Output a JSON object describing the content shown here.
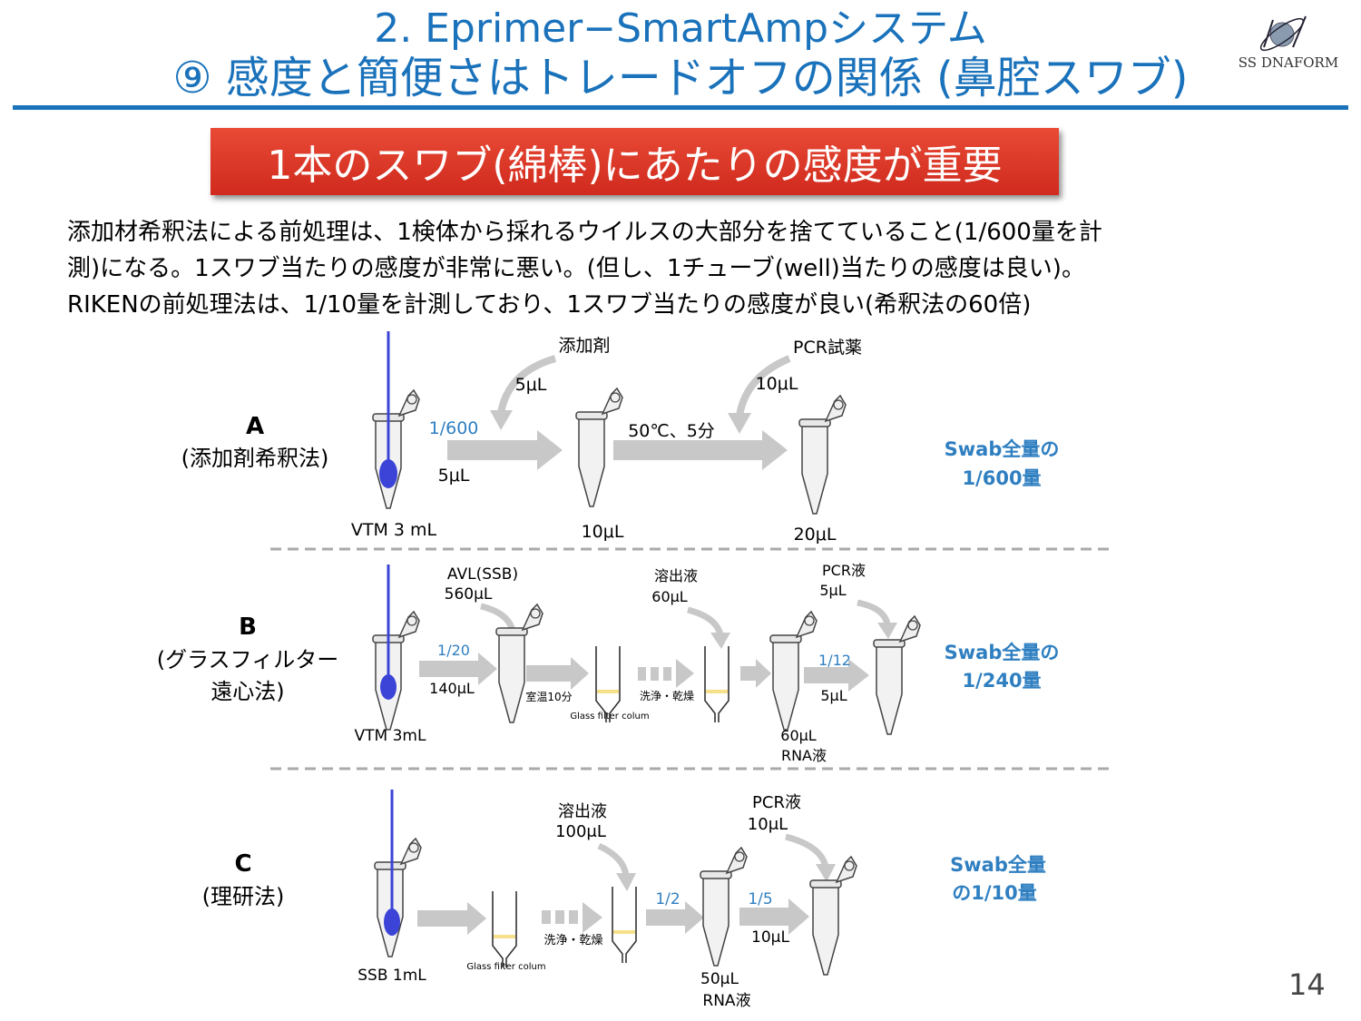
{
  "header": {
    "title_line1": "2. Eprimer−SmartAmpシステム",
    "title_line2": "⑨  感度と簡便さはトレードオフの関係 (鼻腔スワブ)",
    "logo_text": "SS DNAFORM"
  },
  "banner": "1本のスワブ(綿棒)にあたりの感度が重要",
  "paragraphs": [
    "添加材希釈法による前処理は、1検体から採れるウイルスの大部分を捨てていること(1/600量を計",
    "測)になる。1スワブ当たりの感度が非常に悪い。(但し、1チューブ(well)当たりの感度は良い)。",
    "RIKENの前処理法は、1/10量を計測しており、1スワブ当たりの感度が良い(希釈法の60倍)"
  ],
  "methods": {
    "A": {
      "letter": "A",
      "name": "(添加剤希釈法)",
      "vtm": "VTM 3 mL",
      "additive": "添加剤",
      "additive_vol": "5μL",
      "ratio": "1/600",
      "transfer": "5μL",
      "tube2": "10μL",
      "condition": "50℃、5分",
      "pcr": "PCR試薬",
      "pcr_vol": "10μL",
      "tube3": "20μL",
      "result_line1": "Swab全量の",
      "result_line2": "1/600量"
    },
    "B": {
      "letter": "B",
      "name_line1": "(グラスフィルター",
      "name_line2": "遠心法)",
      "vtm": "VTM 3mL",
      "avl": "AVL(SSB)",
      "avl_vol": "560μL",
      "ratio": "1/20",
      "transfer": "140μL",
      "incubate": "室温10分",
      "column": "Glass filter colum",
      "wash": "洗浄・乾燥",
      "elution": "溶出液",
      "elution_vol": "60μL",
      "rna_vol": "60μL",
      "rna": "RNA液",
      "pcr": "PCR液",
      "pcr_vol": "5μL",
      "ratio2": "1/12",
      "transfer2": "5μL",
      "result_line1": "Swab全量の",
      "result_line2": "1/240量"
    },
    "C": {
      "letter": "C",
      "name": "(理研法)",
      "ssb": "SSB 1mL",
      "column": "Glass filter colum",
      "wash": "洗浄・乾燥",
      "elution": "溶出液",
      "elution_vol": "100μL",
      "ratio": "1/2",
      "rna_vol": "50μL",
      "rna": "RNA液",
      "pcr": "PCR液",
      "pcr_vol": "10μL",
      "ratio2": "1/5",
      "transfer2": "10μL",
      "result_line1": "Swab全量",
      "result_line2": "の1/10量"
    }
  },
  "page_number": "14",
  "colors": {
    "title": "#1a72bb",
    "banner": "#dc3a2a",
    "ratio": "#2f7fc1",
    "result": "#2f7fc1",
    "swab": "#3b44d6",
    "arrow": "#c8c8c8",
    "filter": "#f7e08a"
  }
}
